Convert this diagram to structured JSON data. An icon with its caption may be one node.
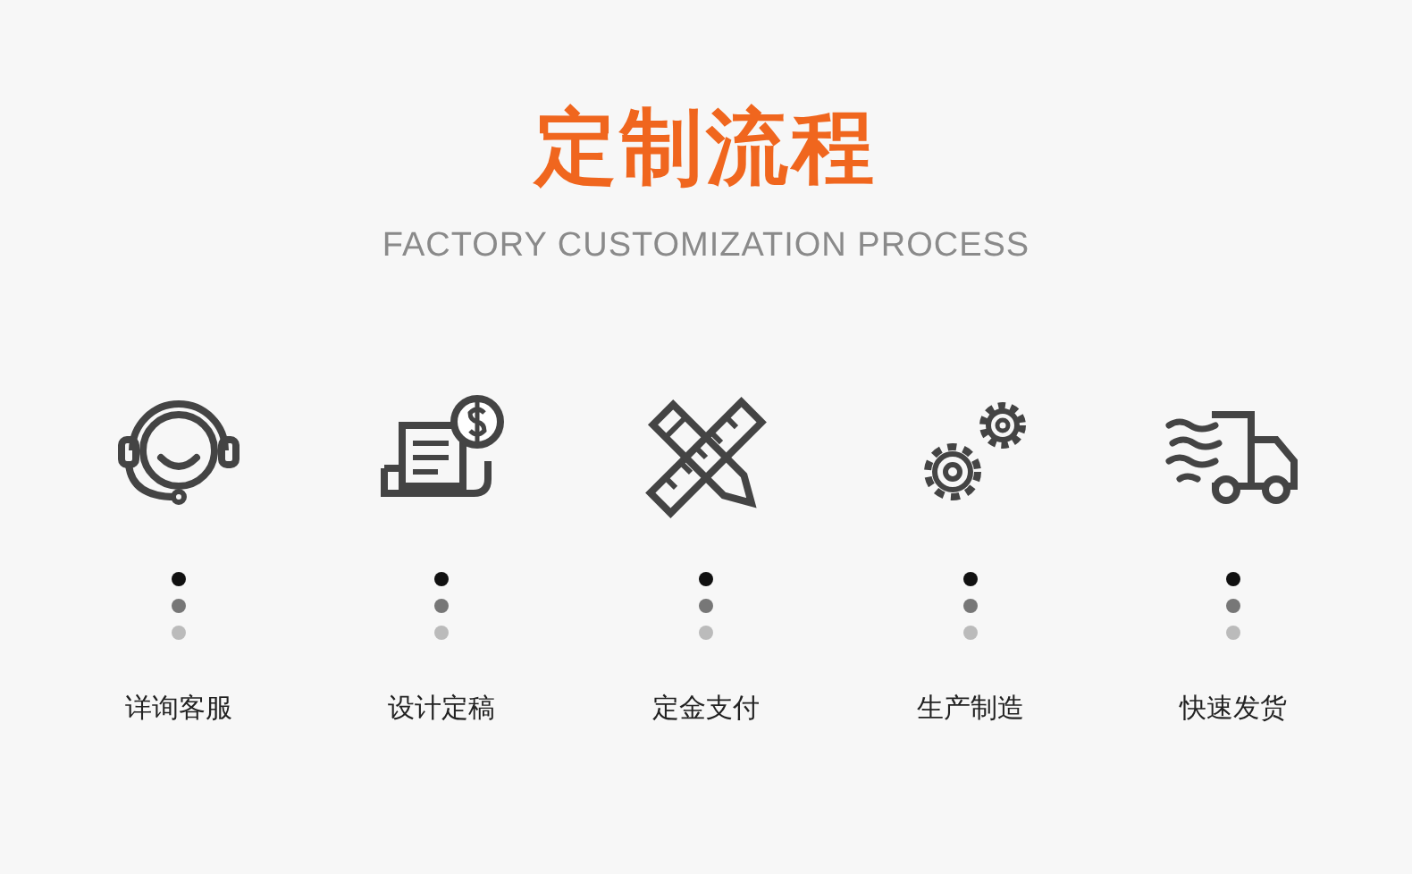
{
  "diagram": {
    "title": "定制流程",
    "nodes": [
      {
        "text": [
          "详询客服"
        ]
      },
      {
        "text": [
          "设计定稿"
        ]
      },
      {
        "text": [
          "定金支付"
        ]
      },
      {
        "text": [
          "生产制造"
        ]
      },
      {
        "text": [
          "快速发货"
        ]
      }
    ],
    "labels": [
      "FACTORY CUSTOMIZATION PROCESS"
    ]
  }
}
